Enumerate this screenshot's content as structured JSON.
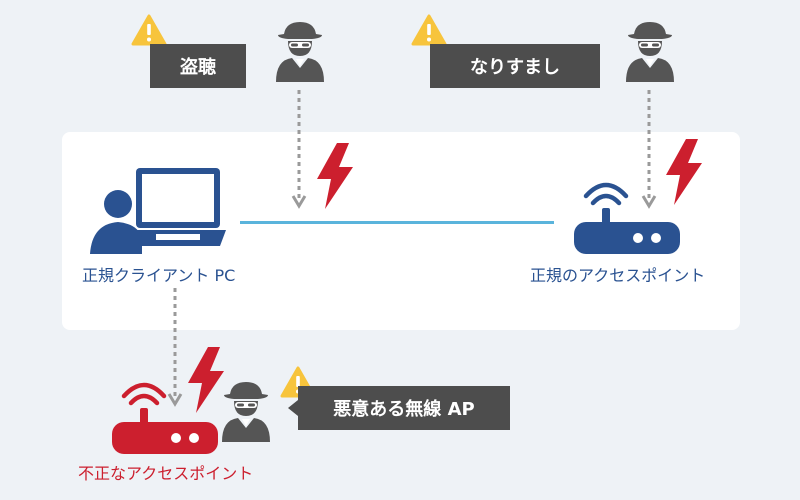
{
  "labels": {
    "eavesdrop": "盗聴",
    "spoofing": "なりすまし",
    "malicious_ap": "悪意ある無線 AP",
    "client_pc": "正規クライアント PC",
    "legit_ap": "正規のアクセスポイント",
    "rogue_ap": "不正なアクセスポイント"
  },
  "colors": {
    "background": "#eef2f6",
    "panel": "#ffffff",
    "callout": "#4d4d4d",
    "legit_blue": "#2a5291",
    "link_cyan": "#5ab4dc",
    "danger_red": "#cc1f2e",
    "warning_yellow": "#f7c43c",
    "hacker_gray": "#555555"
  },
  "icons": [
    "warning-icon",
    "hacker-icon",
    "lightning-icon",
    "laptop-user-icon",
    "router-icon"
  ]
}
